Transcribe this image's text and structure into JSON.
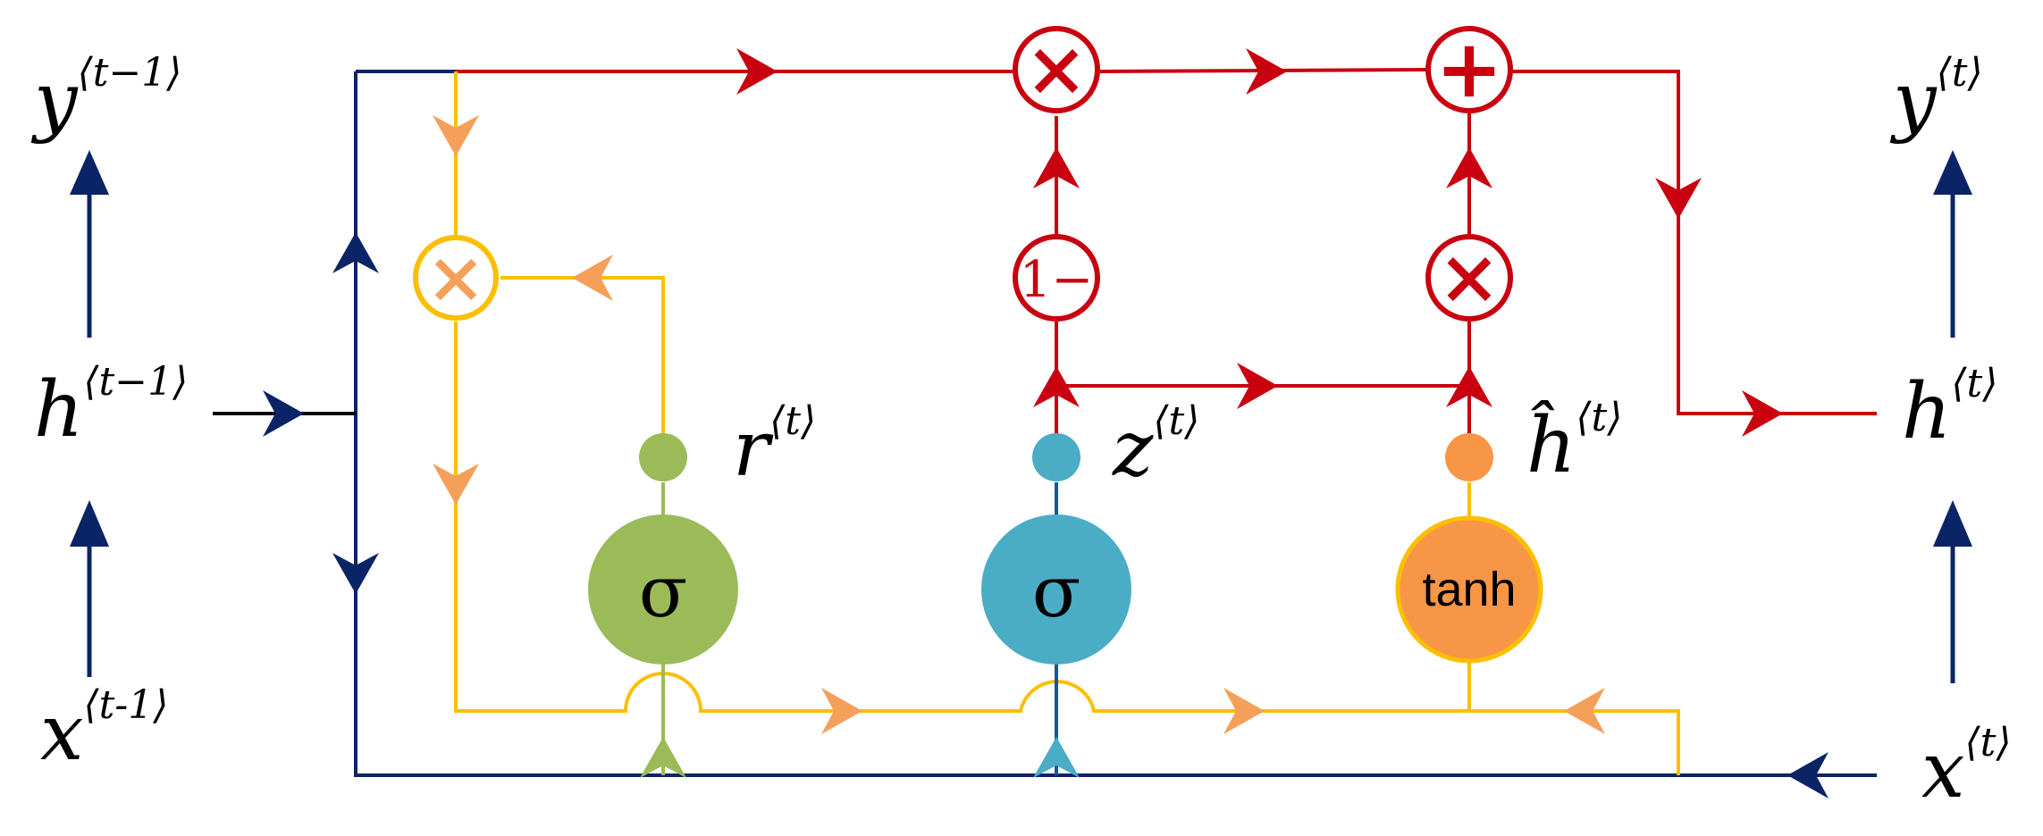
{
  "colors": {
    "navy": "#0b2466",
    "red": "#c8000f",
    "yellow": "#fcbf00",
    "salmon": "#f5a05a",
    "green": "#9bbb59",
    "blue": "#4bacc6",
    "orange": "#f79646",
    "black": "#000000"
  },
  "labels": {
    "y_prev": {
      "base": "y",
      "sup": "⟨t−1⟩"
    },
    "h_prev": {
      "base": "h",
      "sup": "⟨t−1⟩"
    },
    "x_prev": {
      "base": "x",
      "sup": "⟨t-1⟩"
    },
    "y_t": {
      "base": "y",
      "sup": "⟨t⟩"
    },
    "h_t": {
      "base": "h",
      "sup": "⟨t⟩"
    },
    "x_t": {
      "base": "x",
      "sup": "⟨t⟩"
    },
    "r_t": {
      "base": "r",
      "sup": "⟨t⟩"
    },
    "z_t": {
      "base": "z",
      "sup": "⟨t⟩"
    },
    "hhat_t": {
      "base": "ĥ",
      "sup": "⟨t⟩"
    }
  },
  "gates": {
    "reset_sigma": "σ",
    "update_sigma": "σ",
    "candidate_tanh": "tanh",
    "one_minus": "1−"
  },
  "operators": {
    "multiply": "×",
    "add": "+"
  }
}
